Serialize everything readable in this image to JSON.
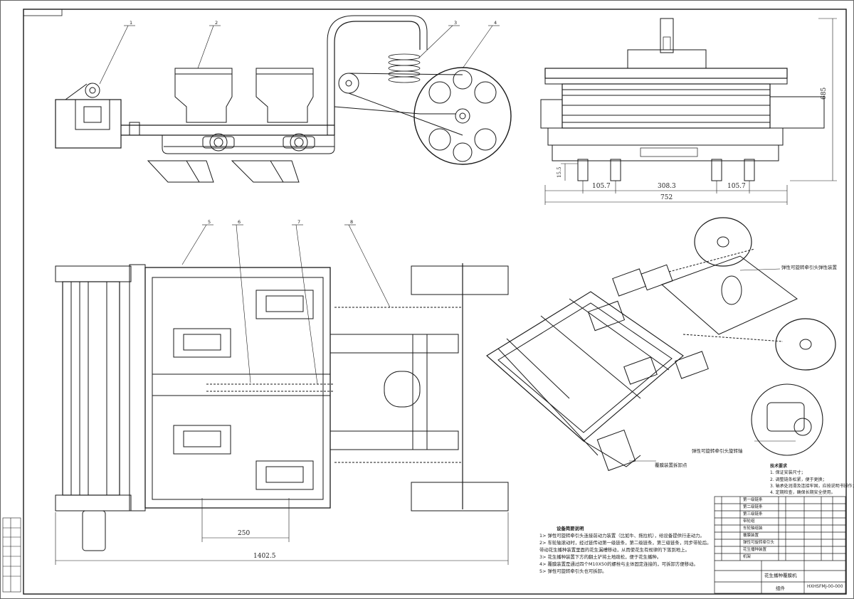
{
  "drawing": {
    "dimensions": {
      "front_height": "685",
      "front_ground": "15.5",
      "front_left_pitch": "105.7",
      "front_mid_pitch": "308.3",
      "front_right_pitch": "105.7",
      "front_total_width": "752",
      "plan_row_spacing": "250",
      "plan_total_length": "1402.5"
    },
    "balloons": [
      "1",
      "2",
      "3",
      "4",
      "5",
      "6",
      "7",
      "8"
    ],
    "iso_callouts": {
      "tension_device": "弹性可旋转牵引头弹性装置",
      "rotating_shaft": "弹性可旋转牵引头旋转轴",
      "pressing_device": "覆膜装置拆卸点"
    },
    "technical_requirements": {
      "title": "技术要求",
      "items": [
        "1. 保证安装尺寸；",
        "2. 调整链条松紧，便于更换；",
        "3. 轴承处润滑及连接牢固，应按说明书操作；",
        "4. 定期检查，确保长期安全使用。"
      ]
    },
    "equipment_notes": {
      "title": "设备简要说明",
      "items": [
        "1> 弹性可旋转牵引头连接前动力装置（比如牛、拖拉机），给设备提供行走动力。",
        "2> 车轮轴滚动时，经过链传动第一级链条，第二级链条，第三级链条，同步带轮后。",
        "    带动花生播种装置里面的花生漏槽移动，从而使花生有规律的下落到地上。",
        "3> 花生播种装置下方的翻土铲将土地疏松，便于花生播种。",
        "4> 覆膜装置是通过四个M10X50的螺栓与主体固定连接的，可拆卸方便移动。",
        "5> 弹性可旋转牵引头也可拆卸。"
      ]
    },
    "title_block": {
      "drawing_name": "花生播种覆膜机",
      "drawing_number": "HXHSFMJ-00-000",
      "assembly": "组件",
      "parts": [
        "第一级链条",
        "第二级链条",
        "第三级链条",
        "带轮组",
        "车轮轴组装",
        "覆膜装置",
        "弹性可旋转牵引头",
        "花生播种装置",
        "机架"
      ]
    }
  }
}
